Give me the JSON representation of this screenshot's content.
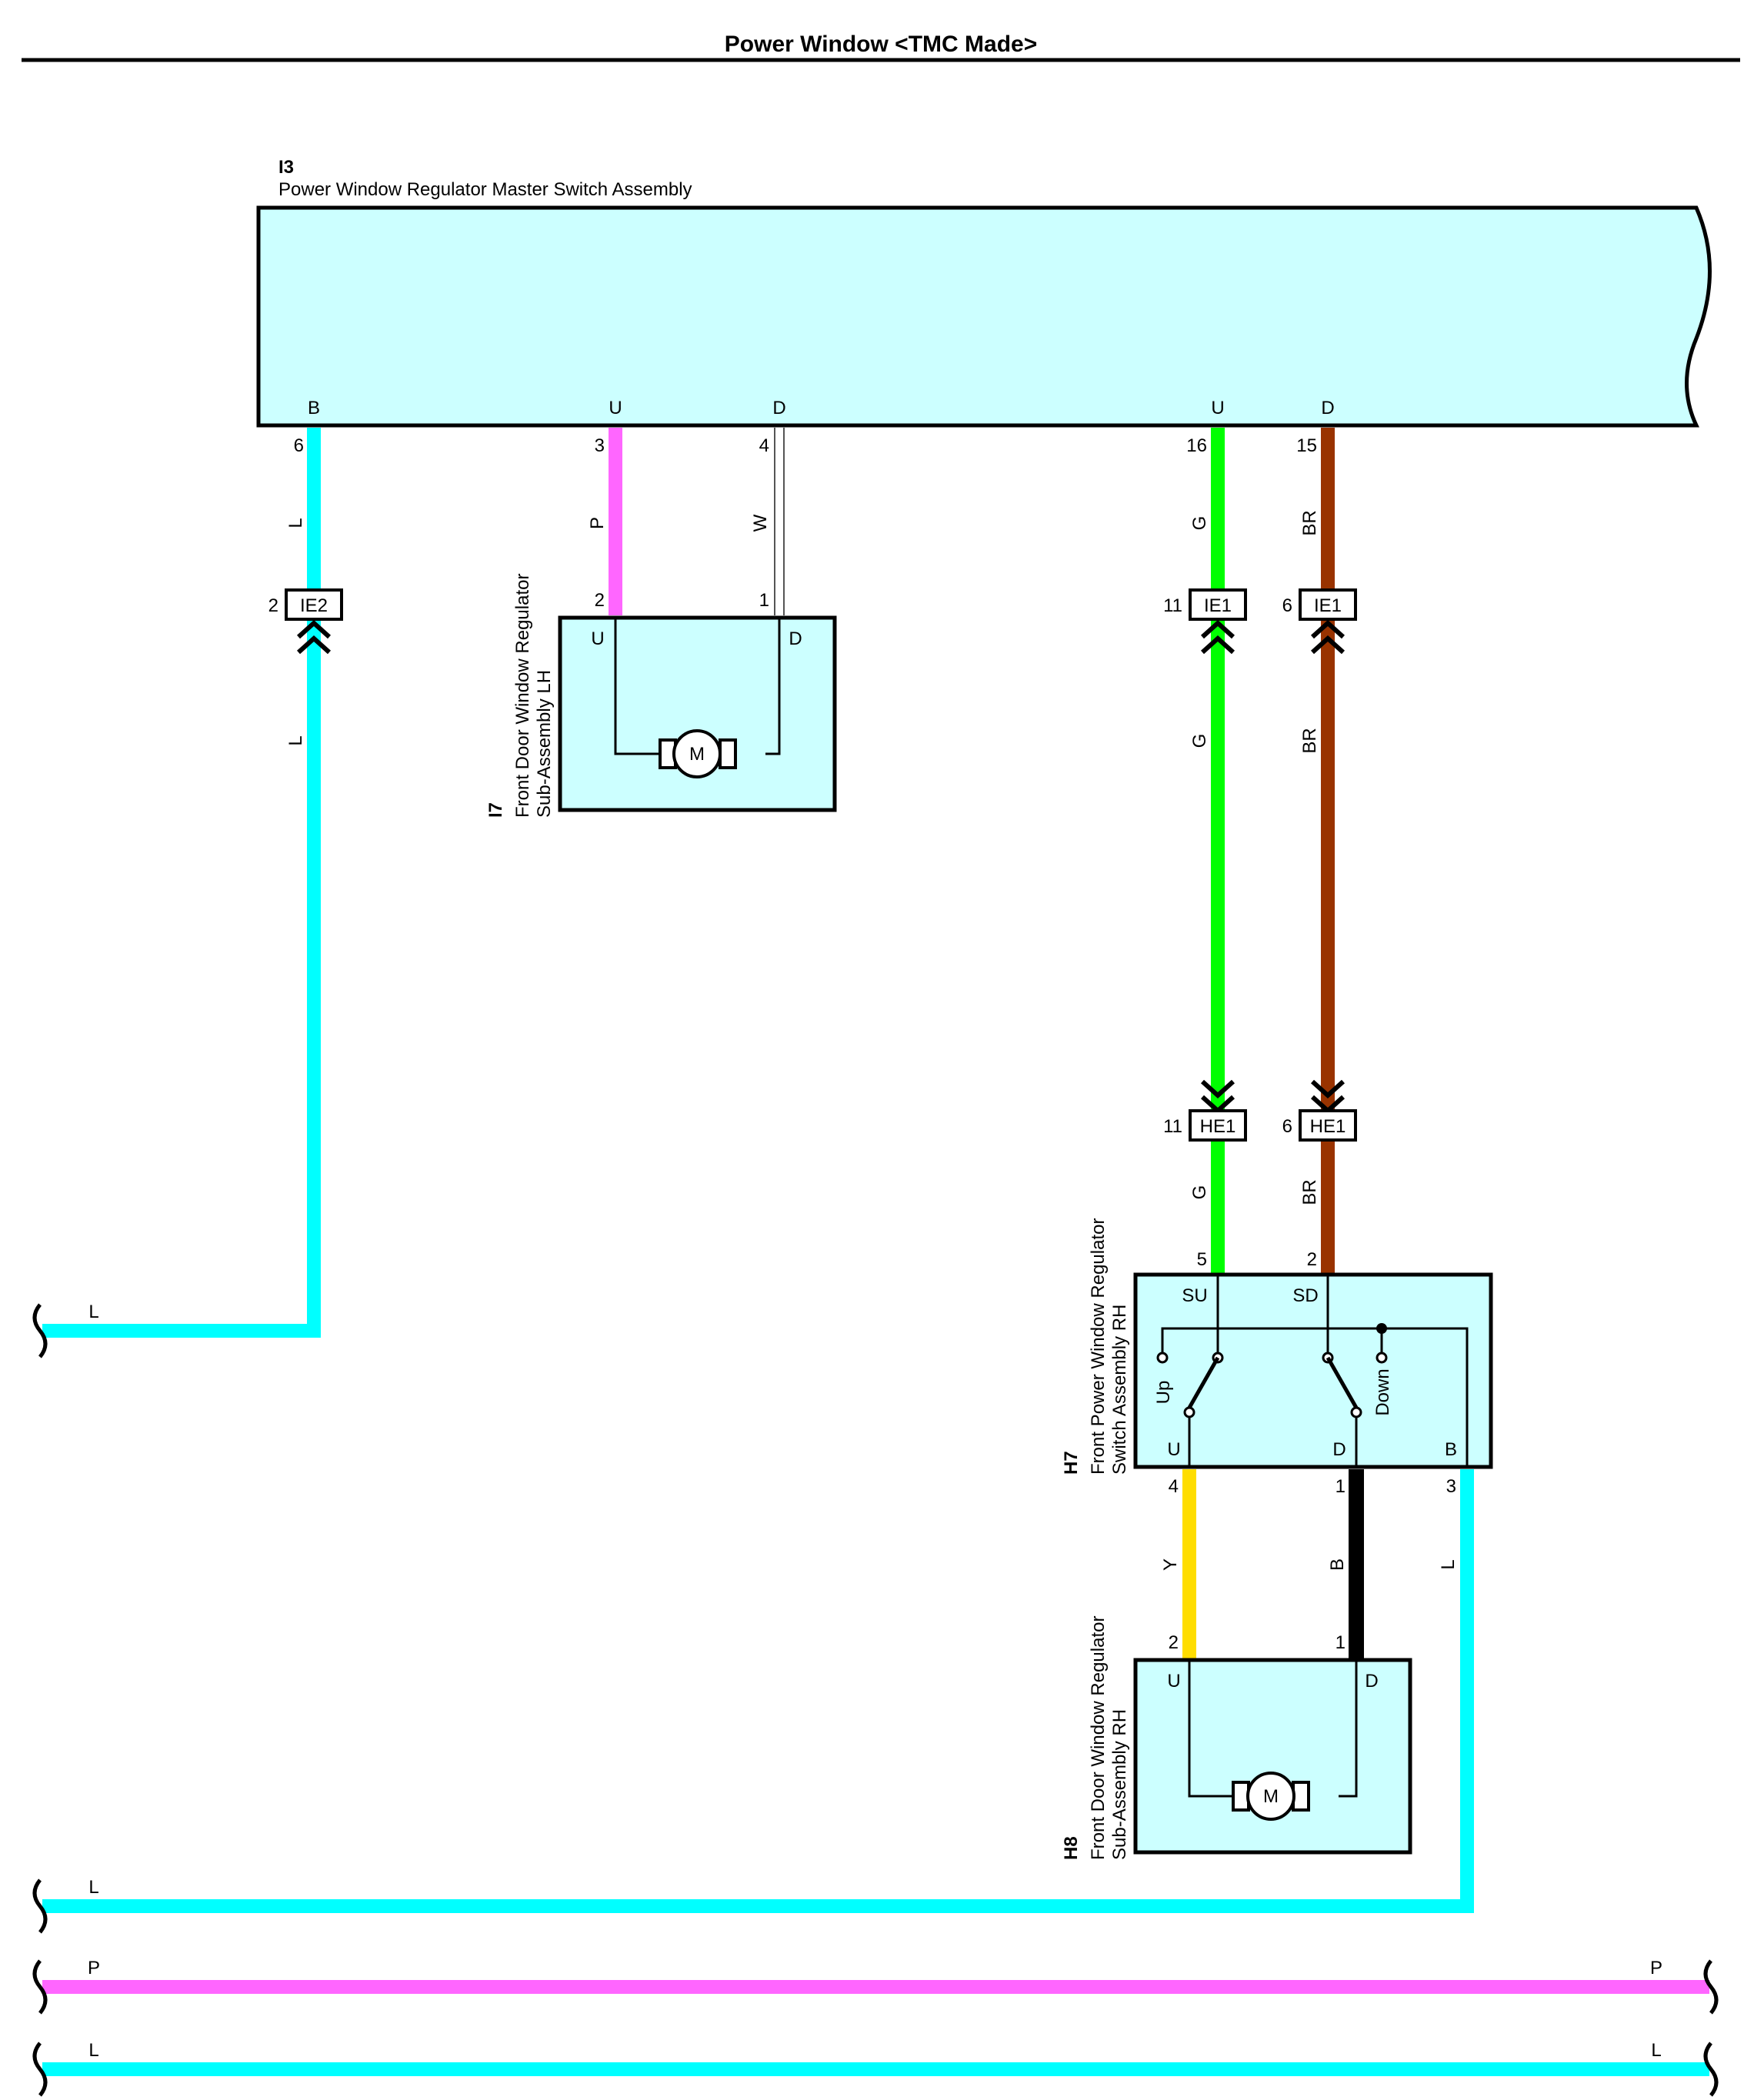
{
  "page": {
    "title": "Power Window <TMC Made>"
  },
  "components": {
    "master": {
      "id": "I3",
      "name": "Power Window Regulator Master Switch Assembly",
      "terminals": {
        "B": "B",
        "U1": "U",
        "D1": "D",
        "U2": "U",
        "D2": "D"
      }
    },
    "i7": {
      "id": "I7",
      "name_line1": "Front Door Window Regulator",
      "name_line2": "Sub-Assembly LH",
      "t_u": "U",
      "t_d": "D",
      "motor": "M"
    },
    "h7": {
      "id": "H7",
      "name_line1": "Front Power Window Regulator",
      "name_line2": "Switch Assembly RH",
      "t_su": "SU",
      "t_sd": "SD",
      "t_u": "U",
      "t_d": "D",
      "t_b": "B",
      "up": "Up",
      "down": "Down"
    },
    "h8": {
      "id": "H8",
      "name_line1": "Front Door Window Regulator",
      "name_line2": "Sub-Assembly RH",
      "t_u": "U",
      "t_d": "D",
      "motor": "M"
    }
  },
  "connectors": {
    "ie2": "IE2",
    "ie1a": "IE1",
    "ie1b": "IE1",
    "he1a": "HE1",
    "he1b": "HE1"
  },
  "pins": {
    "p6": "6",
    "p3": "3",
    "p4": "4",
    "p16": "16",
    "p15": "15",
    "i7_2": "2",
    "i7_1": "1",
    "ie2_2": "2",
    "ie1_11": "11",
    "ie1_6": "6",
    "he1_11": "11",
    "he1_6": "6",
    "h7_5": "5",
    "h7_2": "2",
    "h7_4": "4",
    "h7_1": "1",
    "h7_3": "3",
    "h8_2": "2",
    "h8_1": "1"
  },
  "wire_colors": {
    "l_top": "L",
    "l_mid": "L",
    "p_i7": "P",
    "w_i7": "W",
    "g_top": "G",
    "br_top": "BR",
    "g_mid": "G",
    "br_mid": "BR",
    "g_bot": "G",
    "br_bot": "BR",
    "y": "Y",
    "b": "B",
    "l_h7": "L",
    "l_bus1": "L",
    "l_bus2": "L",
    "p_bus_l": "P",
    "p_bus_r": "P",
    "l_bus3_l": "L",
    "l_bus3_r": "L"
  },
  "colors": {
    "L": "#00ffff",
    "P": "#ff66ff",
    "W": "#ffffff",
    "G": "#00ff00",
    "BR": "#993300",
    "Y": "#ffdd00",
    "B": "#000000",
    "box": "#ccffff"
  }
}
